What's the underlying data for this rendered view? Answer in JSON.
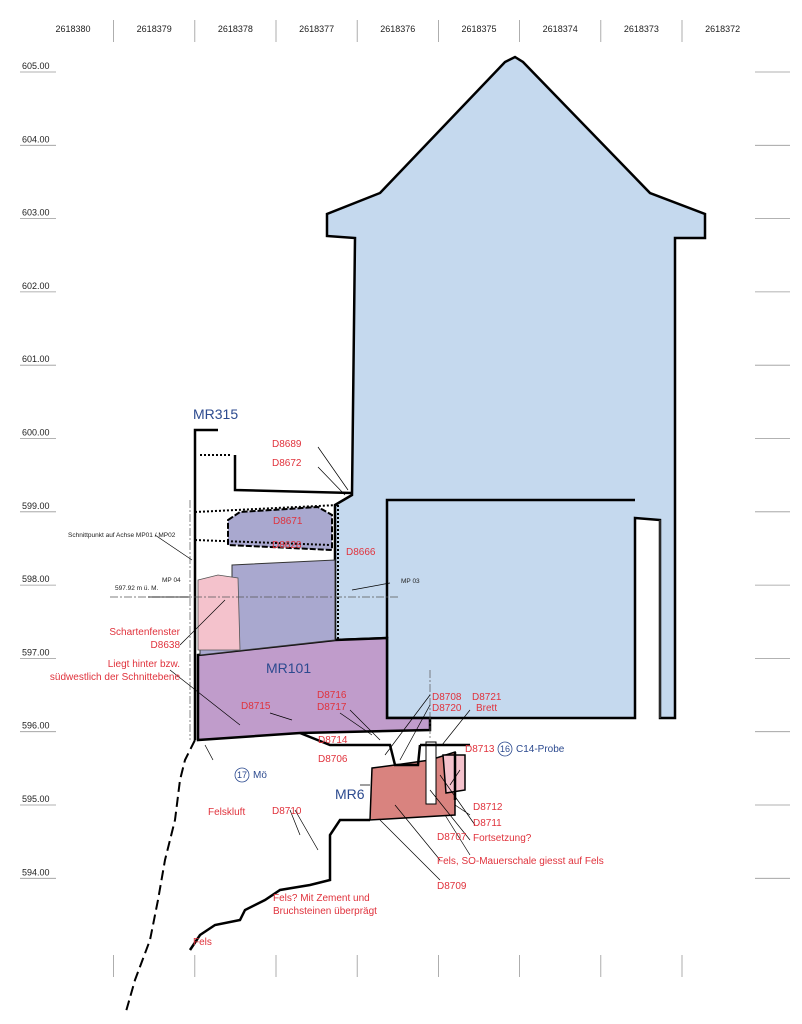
{
  "x_axis": [
    "2618380",
    "2618379",
    "2618378",
    "2618377",
    "2618376",
    "2618375",
    "2618374",
    "2618373",
    "2618372"
  ],
  "y_axis": [
    "605.00",
    "604.00",
    "603.00",
    "602.00",
    "601.00",
    "600.00",
    "599.00",
    "598.00",
    "597.00",
    "596.00",
    "595.00",
    "594.00"
  ],
  "structures": {
    "mr315": "MR315",
    "mr101": "MR101",
    "mr6": "MR6"
  },
  "annotations": {
    "schnittpunkt": "Schnittpunkt auf Achse MP01 / MP02",
    "mp04": "MP 04",
    "mp03": "MP 03",
    "height": "597.92 m ü. M.",
    "schartenfenster": "Schartenfenster",
    "d8638": "D8638",
    "liegt1": "Liegt hinter bzw.",
    "liegt2": "südwestlich der Schnittebene",
    "d8689": "D8689",
    "d8672": "D8672",
    "d8671": "D8671",
    "d8628": "D8628",
    "d8666": "D8666",
    "d8715": "D8715",
    "d8716": "D8716",
    "d8717": "D8717",
    "d8714": "D8714",
    "d8706": "D8706",
    "d8708": "D8708",
    "d8720": "D8720",
    "d8721": "D8721",
    "brett": "Brett",
    "d8713": "D8713",
    "sample16": "16",
    "c14": "C14-Probe",
    "sample17": "17",
    "moe": "Mö",
    "d8712": "D8712",
    "d8711": "D8711",
    "fortsetzung": "Fortsetzung?",
    "d8707": "D8707",
    "fels_so": "Fels, SO-Mauerschale giesst auf Fels",
    "d8709": "D8709",
    "d8710": "D8710",
    "felskluft": "Felskluft",
    "fels_zement1": "Fels? Mit Zement und",
    "fels_zement2": "Bruchsteinen überprägt",
    "fels": "Fels"
  },
  "colors": {
    "blue": "#c5d9ee",
    "purple": "#c09ccb",
    "lavender": "#a9a8cf",
    "pink": "#f4c2cc",
    "red": "#d9837f",
    "label_red": "#e0323c",
    "label_blue": "#2c4a8f"
  }
}
